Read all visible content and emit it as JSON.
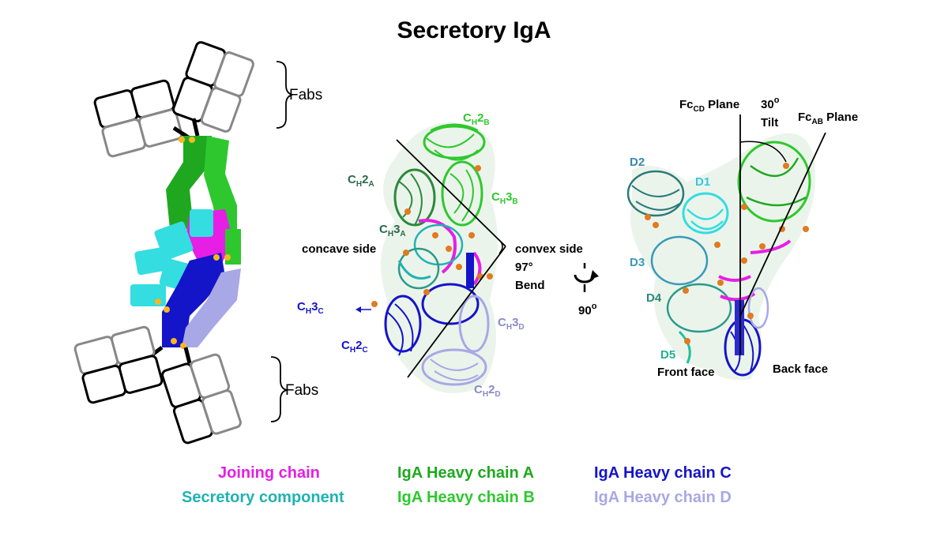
{
  "title": "Secretory IgA",
  "schematic": {
    "fabs_top": "Fabs",
    "fabs_bottom": "Fabs"
  },
  "middle_panel": {
    "ch2b": {
      "base": "C",
      "sub": "H",
      "mid": "2",
      "sub2": "B"
    },
    "ch2a": {
      "base": "C",
      "sub": "H",
      "mid": "2",
      "sub2": "A"
    },
    "ch3b": {
      "base": "C",
      "sub": "H",
      "mid": "3",
      "sub2": "B"
    },
    "ch3a": {
      "base": "C",
      "sub": "H",
      "mid": "3",
      "sub2": "A"
    },
    "ch3c": {
      "base": "C",
      "sub": "H",
      "mid": "3",
      "sub2": "C"
    },
    "ch2c": {
      "base": "C",
      "sub": "H",
      "mid": "2",
      "sub2": "C"
    },
    "ch3d": {
      "base": "C",
      "sub": "H",
      "mid": "3",
      "sub2": "D"
    },
    "ch2d": {
      "base": "C",
      "sub": "H",
      "mid": "2",
      "sub2": "D"
    },
    "concave_side": "concave side",
    "convex_side": "convex side",
    "bend_angle": "97°",
    "bend_label": "Bend"
  },
  "rotation": {
    "label": "90",
    "sup": "o"
  },
  "right_panel": {
    "fccd_plane": {
      "base": "Fc",
      "sub": "CD",
      "rest": " Plane"
    },
    "fcab_plane": {
      "base": "Fc",
      "sub": "AB",
      "rest": " Plane"
    },
    "tilt_value": "30",
    "tilt_sup": "o",
    "tilt_label": "Tilt",
    "d1": "D1",
    "d2": "D2",
    "d3": "D3",
    "d4": "D4",
    "d5": "D5",
    "front_face": "Front face",
    "back_face": "Back face"
  },
  "legend": {
    "joining_chain": "Joining chain",
    "secretory_component": "Secretory component",
    "heavy_a": "IgA Heavy chain A",
    "heavy_b": "IgA Heavy chain B",
    "heavy_c": "IgA Heavy chain C",
    "heavy_d": "IgA Heavy chain D"
  },
  "colors": {
    "joining": "#e61ee6",
    "secretory": "#20b2b2",
    "heavy_a": "#1fa81f",
    "heavy_b": "#2ec82e",
    "heavy_c": "#1414c8",
    "heavy_d": "#a8a8e6",
    "cyan": "#33dde0",
    "orange": "#e07b20",
    "yellow": "#f5b820"
  }
}
